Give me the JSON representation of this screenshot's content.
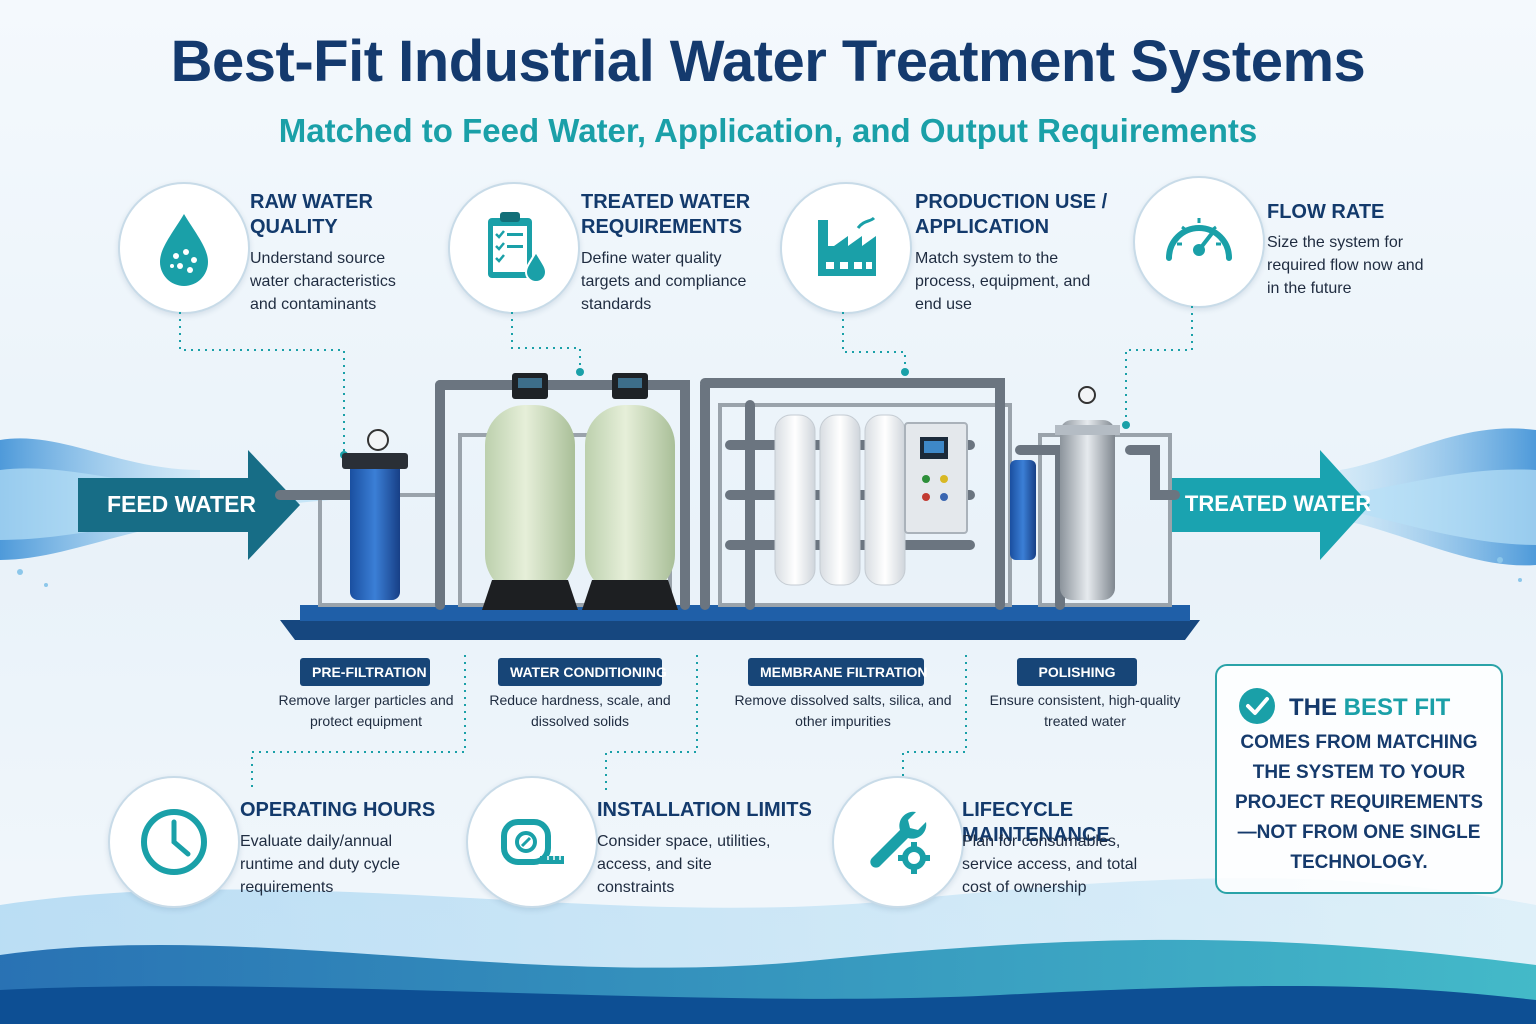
{
  "title": "Best-Fit Industrial Water Treatment Systems",
  "subtitle": "Matched to Feed Water, Application, and Output Requirements",
  "top_factors": [
    {
      "title": "RAW WATER QUALITY",
      "desc": "Understand source water characteristics and contaminants",
      "icon": "water-drop-icon"
    },
    {
      "title": "TREATED WATER REQUIREMENTS",
      "desc": "Define water quality targets and compliance standards",
      "icon": "clipboard-checklist-icon"
    },
    {
      "title": "PRODUCTION USE / APPLICATION",
      "desc": "Match system to the process, equipment, and end use",
      "icon": "factory-icon"
    },
    {
      "title": "FLOW RATE",
      "desc": "Size the system for required flow now and in the future",
      "icon": "gauge-icon"
    }
  ],
  "flow": {
    "input_label": "FEED WATER",
    "output_label": "TREATED WATER"
  },
  "stages": [
    {
      "label": "PRE-FILTRATION",
      "desc": "Remove larger particles and protect equipment"
    },
    {
      "label": "WATER CONDITIONING",
      "desc": "Reduce hardness, scale, and dissolved solids"
    },
    {
      "label": "MEMBRANE FILTRATION",
      "desc": "Remove dissolved salts, silica, and other impurities"
    },
    {
      "label": "POLISHING",
      "desc": "Ensure consistent, high-quality treated water"
    }
  ],
  "bottom_factors": [
    {
      "title": "OPERATING HOURS",
      "desc": "Evaluate daily/annual runtime and duty cycle requirements",
      "icon": "clock-icon"
    },
    {
      "title": "INSTALLATION LIMITS",
      "desc": "Consider space, utilities, access, and site constraints",
      "icon": "tape-measure-icon"
    },
    {
      "title": "LIFECYCLE MAINTENANCE",
      "desc": "Plan for consumables, service access, and total cost of ownership",
      "icon": "wrench-gear-icon"
    }
  ],
  "callout": {
    "head_prefix": "THE ",
    "head_highlight": "BEST FIT",
    "body": "COMES FROM MATCHING THE SYSTEM TO YOUR PROJECT REQUIREMENTS—NOT FROM ONE SINGLE TECHNOLOGY."
  },
  "colors": {
    "navy": "#143a6e",
    "teal": "#1aa0a8",
    "water_blue": "#3a8fd0",
    "label_bg": "#174577"
  }
}
